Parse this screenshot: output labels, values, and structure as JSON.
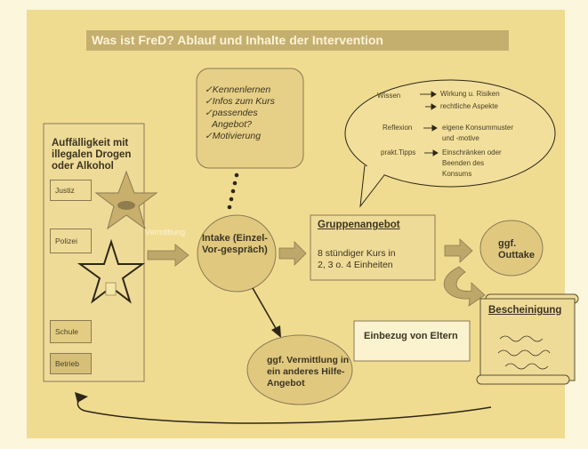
{
  "title": "Was ist FreD? Ablauf  und Inhalte der  Intervention",
  "left_box": {
    "heading": "Auffälligkeit mit illegalen Drogen oder Alkohol",
    "items": [
      "Justiz",
      "Polizei",
      "Schule",
      "Betrieb"
    ]
  },
  "vermittlung": "Vermittlung",
  "intake_bubble": {
    "items": [
      "✓Kennenlernen",
      "✓Infos zum Kurs",
      "✓passendes",
      "Angebot?",
      "✓Motivierung"
    ]
  },
  "intake": "Intake (Einzel-Vor-gespräch)",
  "speech_bubble": {
    "rows": [
      {
        "label": "Wissen",
        "value": "Wirkung u. Risiken"
      },
      {
        "label": "",
        "value": "rechtliche Aspekte"
      },
      {
        "label": "Reflexion",
        "value": "eigene Konsummuster"
      },
      {
        "label": "",
        "value": "und -motive"
      },
      {
        "label": "prakt.Tipps",
        "value": "Einschränken oder"
      },
      {
        "label": "",
        "value": "Beenden des"
      },
      {
        "label": "",
        "value": "Konsums"
      }
    ]
  },
  "gruppenangebot": {
    "title": "Gruppenangebot",
    "line1": "8 stündiger Kurs in",
    "line2": "2, 3 o. 4 Einheiten"
  },
  "outtake": "ggf. Outtake",
  "bescheinigung": "Bescheinigung",
  "eltern": "Einbezug von Eltern",
  "vermittlung_anders": "ggf. Vermittlung in ein anderes Hilfe-Angebot",
  "colors": {
    "background": "#f0dc91",
    "title_bar": "#c5af6f",
    "arrow": "#bda769",
    "ellipse": "#e0c97f"
  }
}
